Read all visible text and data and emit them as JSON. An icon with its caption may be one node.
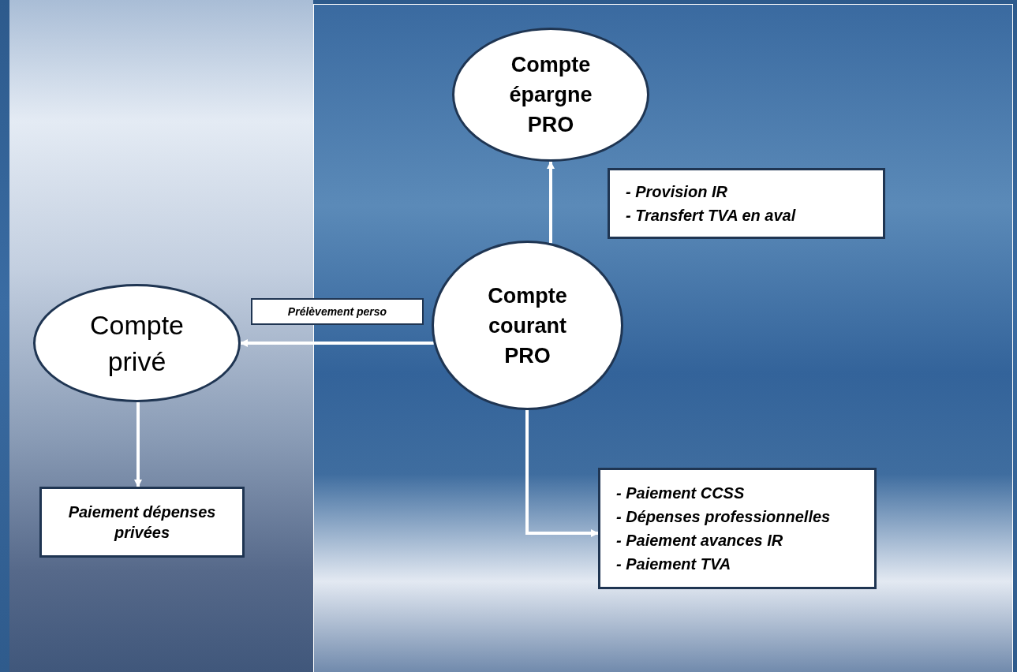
{
  "diagram": {
    "nodes": [
      {
        "text": [
          "Compte épargne PRO"
        ]
      },
      {
        "text": [
          "- Provision IR",
          "- Transfert TVA en aval"
        ]
      },
      {
        "text": [
          "Compte courant PRO"
        ]
      },
      {
        "text": [
          "Compte privé"
        ]
      },
      {
        "text": [
          "Paiement dépenses privées"
        ]
      },
      {
        "text": [
          "- Paiement CCSS",
          "- Dépenses professionnelles",
          "- Paiement avances IR",
          "- Paiement TVA"
        ]
      }
    ],
    "edges": [
      {
        "from": 2,
        "to": 0,
        "arrow": "to"
      },
      {
        "from": 2,
        "to": 3,
        "arrow": "to",
        "label": "Prélèvement perso"
      },
      {
        "from": 3,
        "to": 4,
        "arrow": "to"
      },
      {
        "from": 2,
        "to": 5,
        "arrow": "to"
      }
    ]
  }
}
